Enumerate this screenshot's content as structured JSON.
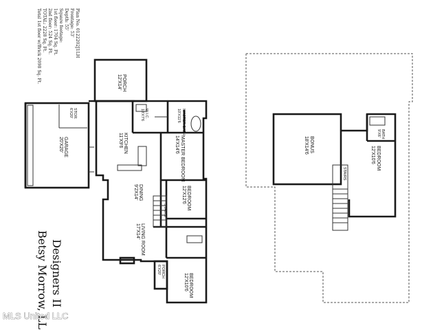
{
  "specs": {
    "plan_no": "Plan No. 0122202J1LH",
    "frontage": "Frontage: 53'",
    "depth": "Depth: 55'",
    "sqft_heading": "Square footage:",
    "first_floor": "1st floor: 1704 Sq. Ft.",
    "second_floor": "2nd floor: 524 Sq. Ft.",
    "total": "TOTAL: 2228 Sq. Ft.",
    "total_brick": "Total 1st floor w/Brick 2098 Sq. Ft."
  },
  "brand": {
    "line1": "Designers II",
    "line2": "Betsy Morrow, LLC"
  },
  "watermark": "MLS United LLC",
  "first_floor_rooms": {
    "porch_back": {
      "name": "PORCH",
      "dims": "12'X14'"
    },
    "garage": {
      "name": "GARAGE",
      "dims": "20'X20'"
    },
    "storage": {
      "name": "STOR.",
      "dims": "6'X20'"
    },
    "kitchen": {
      "name": "KITCHEN",
      "dims": "11'X9'6"
    },
    "wic": {
      "name": "W.I.C.",
      "dims": "10'X7'6"
    },
    "master_bath": {
      "name": "MASTER BATH",
      "dims": "10'X11'6"
    },
    "master_bedroom": {
      "name": "MASTER BEDROOM",
      "dims": "14'X14'6"
    },
    "dining": {
      "name": "DINING",
      "dims": "9'2X14'"
    },
    "bedroom_1": {
      "name": "BEDROOM",
      "dims": "12'X12'6"
    },
    "living_room": {
      "name": "LIVING ROOM",
      "dims": "17'X14'"
    },
    "stairs": {
      "name": "STAIRS"
    },
    "porch_front": {
      "name": "PORCH",
      "dims": "6'X20'"
    },
    "bedroom_2": {
      "name": "BEDROOM",
      "dims": "12'X10'6"
    }
  },
  "second_floor_rooms": {
    "bonus": {
      "name": "BONUS",
      "dims": "18'X14'6"
    },
    "bath": {
      "name": "BATH",
      "dims": "9'X6'"
    },
    "bedroom": {
      "name": "BEDROOM",
      "dims": "12'X10'6"
    },
    "stairs": {
      "name": "STAIRS"
    }
  }
}
